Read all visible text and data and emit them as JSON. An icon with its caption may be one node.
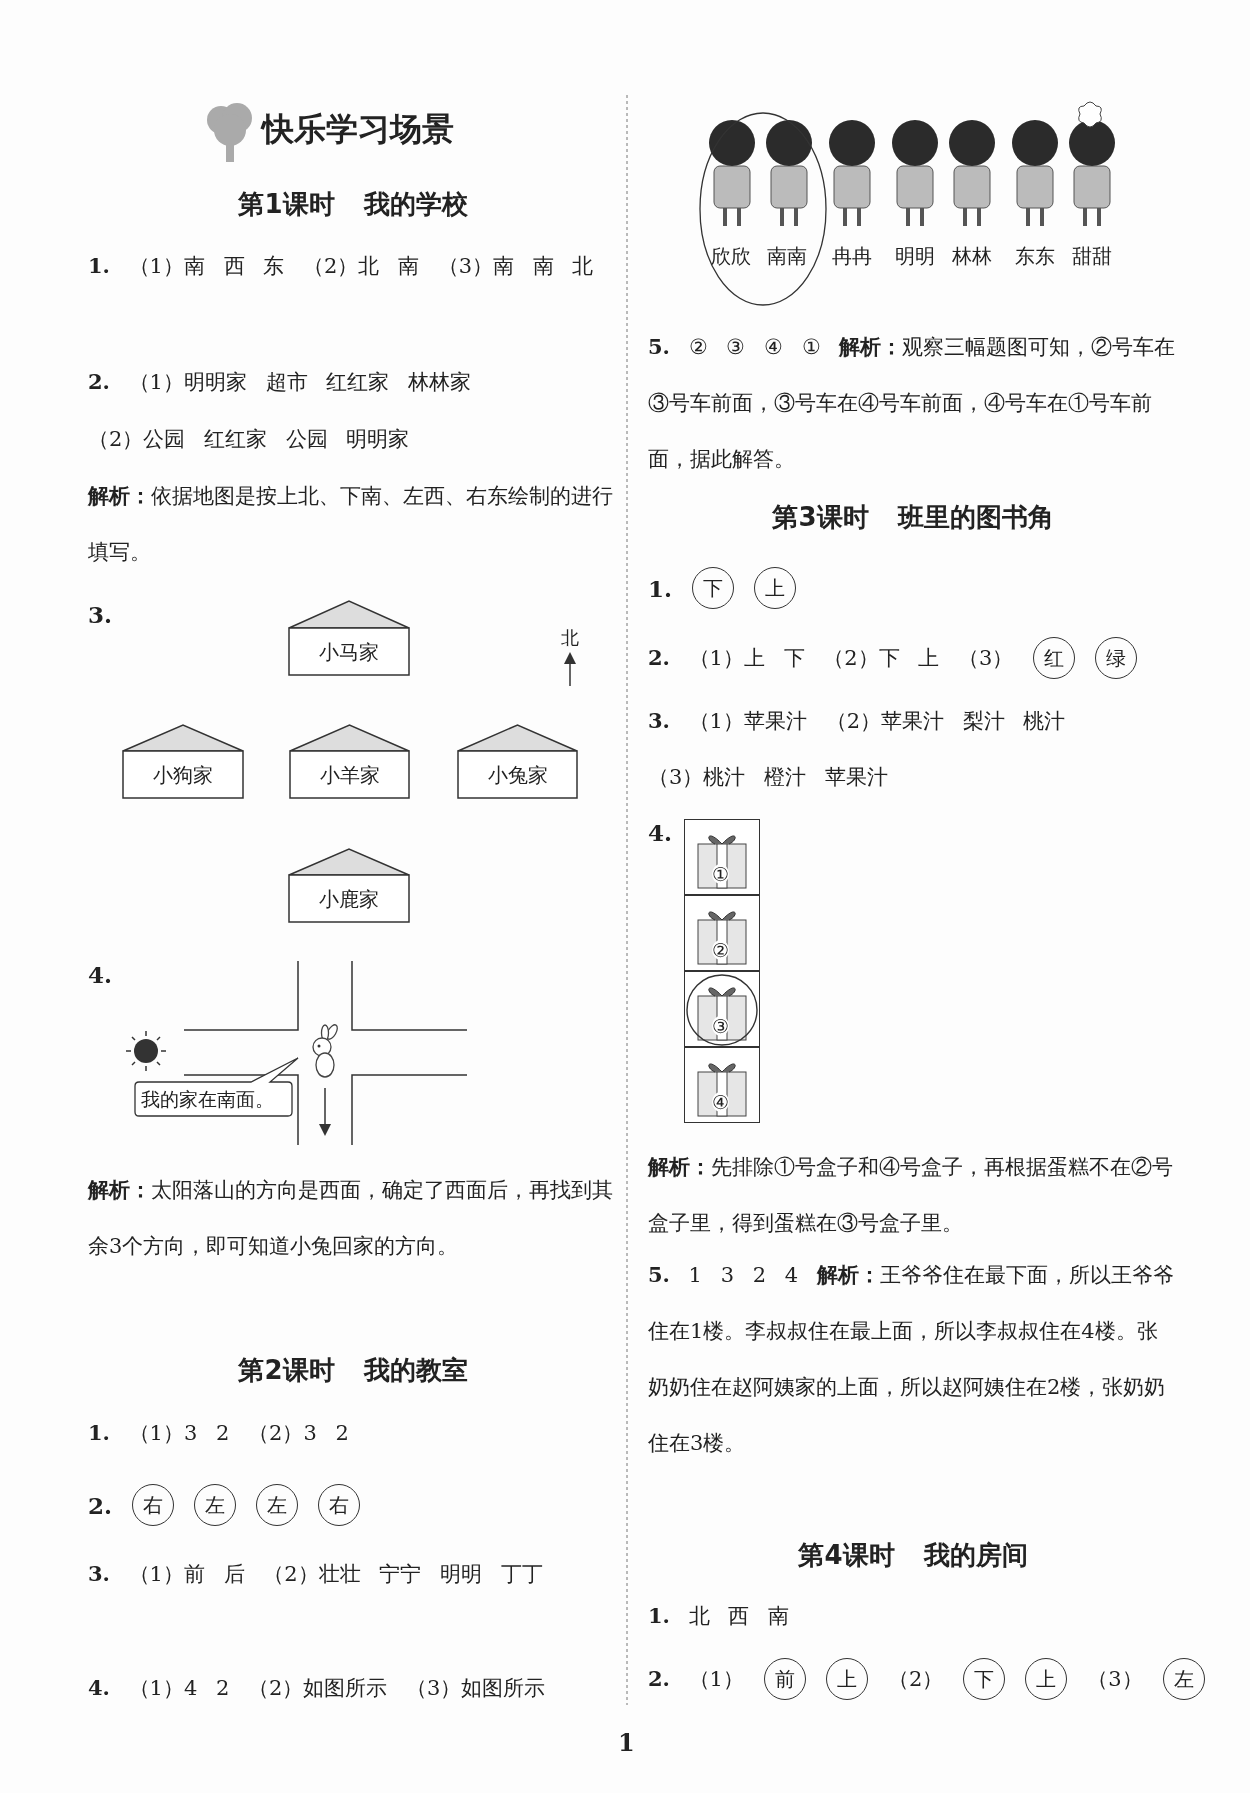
{
  "diagram": {
    "title": "快乐学习场景",
    "nodes": [
      {
        "text": [
          "小马家"
        ]
      },
      {
        "text": [
          "小狗家"
        ]
      },
      {
        "text": [
          "小羊家"
        ]
      },
      {
        "text": [
          "小兔家"
        ]
      },
      {
        "text": [
          "小鹿家"
        ]
      },
      {
        "text": [
          "我的家在南面。"
        ]
      },
      {
        "text": [
          "右"
        ]
      },
      {
        "text": [
          "左"
        ]
      },
      {
        "text": [
          "左"
        ]
      },
      {
        "text": [
          "右"
        ]
      },
      {
        "text": [
          "欣欣",
          "南南"
        ]
      },
      {
        "text": [
          "下"
        ]
      },
      {
        "text": [
          "上"
        ]
      },
      {
        "text": [
          "红"
        ]
      },
      {
        "text": [
          "绿"
        ]
      },
      {
        "text": [
          "①"
        ]
      },
      {
        "text": [
          "②"
        ]
      },
      {
        "text": [
          "③"
        ]
      },
      {
        "text": [
          "④"
        ]
      },
      {
        "text": [
          "前"
        ]
      },
      {
        "text": [
          "上"
        ]
      },
      {
        "text": [
          "下"
        ]
      },
      {
        "text": [
          "上"
        ]
      },
      {
        "text": [
          "左"
        ]
      }
    ],
    "labels": [
      "第1课时 我的学校",
      "**1.** （1）南 西 东 （2）北 南 （3）南 南 北",
      "**2.** （1）明明家 超市 红红家 林林家",
      "（2）公园 红红家 公园 明明家",
      "**解析：**依据地图是按上北、下南、左西、右东绘制的进行填写。",
      "3.",
      "北",
      "4.",
      "**解析：**太阳落山的方向是西面，确定了西面后，再找到其余3个方向，即可知道小兔回家的方向。",
      "第2课时 我的教室",
      "**1.** （1）3 2 （2）3 2",
      "2.",
      "**3.** （1）前 后 （2）壮壮 宁宁 明明 丁丁",
      "**4.** （1）4 2 （2）如图所示 （3）如图所示",
      "冉冉",
      "明明",
      "林林",
      "东东",
      "甜甜",
      "**5.** ② ③ ④ ① **解析：**观察三幅题图可知，②号车在③号车前面，③号车在④号车前面，④号车在①号车前面，据此解答。",
      "第3课时 班里的图书角",
      "1.",
      "**2.** （1）上 下 （2）下 上 （3）",
      "**3.** （1）苹果汁 （2）苹果汁 梨汁 桃汁",
      "（3）桃汁 橙汁 苹果汁",
      "4.",
      "**解析：**先排除①号盒子和④号盒子，再根据蛋糕不在②号盒子里，得到蛋糕在③号盒子里。",
      "**5.** 1 3 2 4 **解析：**王爷爷住在最下面，所以王爷爷住在1楼。李叔叔住在最上面，所以李叔叔住在4楼。张奶奶住在赵阿姨家的上面，所以赵阿姨住在2楼，张奶奶住在3楼。",
      "第4课时 我的房间",
      "**1.** 北 西 南",
      "**2.** （1）",
      "（2）",
      "（3）",
      "1"
    ]
  }
}
